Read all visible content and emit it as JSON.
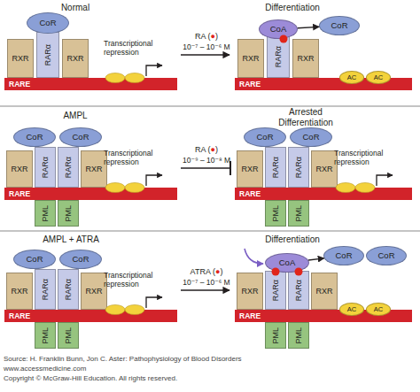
{
  "diagram": {
    "nodes": [
      {
        "text": [
          "CoR"
        ]
      },
      {
        "text": [
          "RXR"
        ]
      },
      {
        "text": [
          "RARα"
        ]
      },
      {
        "text": [
          "RXR"
        ]
      },
      {
        "text": [
          "RARE"
        ]
      },
      {
        "text": [
          "CoA"
        ]
      },
      {
        "text": [
          "CoR"
        ]
      },
      {
        "text": [
          "RXR"
        ]
      },
      {
        "text": [
          "RARα"
        ]
      },
      {
        "text": [
          "RXR"
        ]
      },
      {
        "text": [
          "RARE"
        ]
      },
      {
        "text": [
          "AC"
        ]
      },
      {
        "text": [
          "AC"
        ]
      },
      {
        "text": [
          "CoR"
        ]
      },
      {
        "text": [
          "CoR"
        ]
      },
      {
        "text": [
          "RXR"
        ]
      },
      {
        "text": [
          "RARα"
        ]
      },
      {
        "text": [
          "RARα"
        ]
      },
      {
        "text": [
          "RXR"
        ]
      },
      {
        "text": [
          "RARE"
        ]
      },
      {
        "text": [
          "PML"
        ]
      },
      {
        "text": [
          "PML"
        ]
      },
      {
        "text": [
          "CoR"
        ]
      },
      {
        "text": [
          "CoR"
        ]
      },
      {
        "text": [
          "RXR"
        ]
      },
      {
        "text": [
          "RARα"
        ]
      },
      {
        "text": [
          "RARα"
        ]
      },
      {
        "text": [
          "RXR"
        ]
      },
      {
        "text": [
          "RARE"
        ]
      },
      {
        "text": [
          "PML"
        ]
      },
      {
        "text": [
          "PML"
        ]
      },
      {
        "text": [
          "CoR"
        ]
      },
      {
        "text": [
          "CoR"
        ]
      },
      {
        "text": [
          "RXR"
        ]
      },
      {
        "text": [
          "RARα"
        ]
      },
      {
        "text": [
          "RARα"
        ]
      },
      {
        "text": [
          "RXR"
        ]
      },
      {
        "text": [
          "RARE"
        ]
      },
      {
        "text": [
          "PML"
        ]
      },
      {
        "text": [
          "PML"
        ]
      },
      {
        "text": [
          "CoA"
        ]
      },
      {
        "text": [
          "CoR"
        ]
      },
      {
        "text": [
          "CoR"
        ]
      },
      {
        "text": [
          "RXR"
        ]
      },
      {
        "text": [
          "RARα"
        ]
      },
      {
        "text": [
          "RARα"
        ]
      },
      {
        "text": [
          "RXR"
        ]
      },
      {
        "text": [
          "RARE"
        ]
      },
      {
        "text": [
          "PML"
        ]
      },
      {
        "text": [
          "PML"
        ]
      },
      {
        "text": [
          "AC"
        ]
      },
      {
        "text": [
          "AC"
        ]
      }
    ],
    "edges": [
      {
        "from": 5,
        "to": 6,
        "arrow": "to"
      },
      {
        "from": 40,
        "to": 41,
        "arrow": "to"
      }
    ],
    "labels": [
      "Normal",
      "Transcriptional repression",
      "RA (●)",
      "10⁻⁷ – 10⁻⁶ M",
      "Differentiation",
      "AMPL",
      "Transcriptional repression",
      "RA (●)",
      "10⁻⁹ – 10⁻⁸ M",
      "Arrested Differentiation",
      "Transcriptional repression",
      "AMPL + ATRA",
      "Transcriptional repression",
      "ATRA (●)",
      "10⁻⁷ – 10⁻⁶ M",
      "Differentiation",
      "Source: H. Franklin Bunn, Jon C. Aster: Pathophysiology of Blood Disorders",
      "www.accessmedicine.com",
      "Copyright © McGraw-Hill Education. All rights reserved."
    ]
  }
}
